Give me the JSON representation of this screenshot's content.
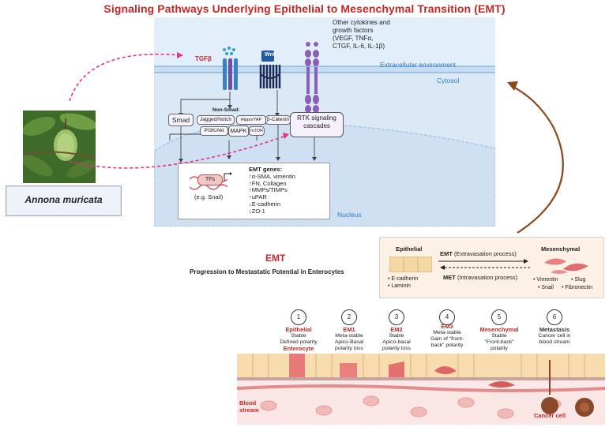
{
  "title": "Signaling Pathways Underlying Epithelial to Mesenchymal Transition (EMT)",
  "cell": {
    "extracellular_label": "Extracellular environment",
    "cytosol_label": "Cytosol",
    "nucleus_label": "Nucleus",
    "tgfb_label": "TGFβ",
    "wnt_label": "Wnt",
    "other_factors": [
      "Other cytokines and",
      "growth factors",
      "(VEGF, TNFα,",
      "CTGF, IL-6, IL-1β)"
    ],
    "smad_label": "Smad",
    "non_smad_label": "Non-Smad:",
    "non_smad_items": [
      "Jagged/Notch",
      "Hippo/YAP",
      "PI3K/Akt",
      "MAPK",
      "mTOR"
    ],
    "bcatenin_label": "β-Catenin",
    "rtk_label": [
      "RTK signaling",
      "cascades"
    ],
    "tfs_label": "TFs",
    "tfs_example": "(e.g. Snail)",
    "emt_genes_title": "EMT genes:",
    "emt_genes": [
      "↑α-SMA, vimentin",
      "↑FN, Collagen",
      "↑MMPs/TIMPs",
      "↑uPAR",
      "↓E-cadherin",
      "↓ZO-1"
    ]
  },
  "species_label": "Annona muricata",
  "emt_box": {
    "epithelial_label": "Epithelial",
    "epithelial_markers": [
      "• E-cadherin",
      "• Laminin"
    ],
    "emt_arrow_label_bold": "EMT",
    "emt_arrow_label": "(Extravasation process)",
    "met_arrow_label_bold": "MET",
    "met_arrow_label": "(Intravasation process)",
    "mesenchymal_label": "Mesenchymal",
    "mesenchymal_markers": [
      "• Vimentin",
      "• Slug",
      "• Snail",
      "• Fibronectin"
    ]
  },
  "emt_heading": "EMT",
  "emt_subheading": "Progression to Mestastatic Potential in Enterocytes",
  "stages": [
    {
      "num": "1",
      "name": "Epithelial",
      "desc": [
        "Stable",
        "Defined polarity"
      ]
    },
    {
      "num": "2",
      "name": "EM1",
      "desc": [
        "Meta-stable",
        "Apico-Basal",
        "polarity loss"
      ]
    },
    {
      "num": "3",
      "name": "EM2",
      "desc": [
        "Stable",
        "Apico-basal",
        "polarity loss"
      ]
    },
    {
      "num": "4",
      "name": "EM3",
      "desc": [
        "Meta-stable",
        "Gain of \"front-",
        "back\" polarity"
      ]
    },
    {
      "num": "5",
      "name": "Mesenchymal",
      "desc": [
        "Stable",
        "\"Front-back\"",
        "polarity"
      ]
    },
    {
      "num": "6",
      "name": "Metastasis",
      "desc": [
        "Cancer cell in",
        "blood stream"
      ]
    }
  ],
  "enterocyte_label": "Enterocyte",
  "blood_stream_label": [
    "Blood",
    "stream"
  ],
  "cancer_cell_label": "Cancer cell",
  "colors": {
    "title_red": "#c62828",
    "membrane_blue": "#2f7cc2",
    "panel_bg": "#dbe9f7",
    "arrow_pink": "#e0338a",
    "arrow_brown": "#8a4a1c"
  }
}
